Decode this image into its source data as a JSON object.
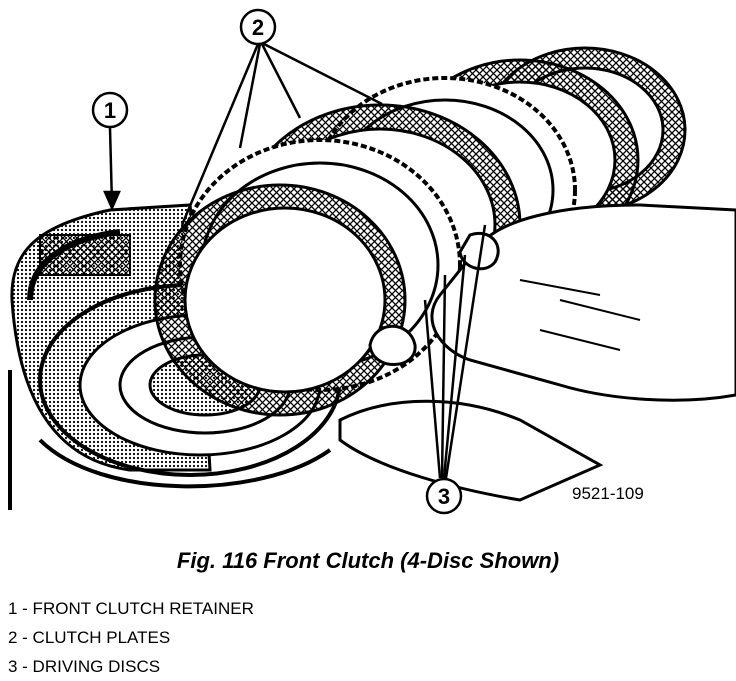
{
  "figure": {
    "callouts": [
      {
        "number": "1"
      },
      {
        "number": "2"
      },
      {
        "number": "3"
      }
    ],
    "part_id": "9521-109"
  },
  "caption": "Fig. 116 Front Clutch (4-Disc Shown)",
  "legend": [
    "1 - FRONT CLUTCH RETAINER",
    "2 - CLUTCH PLATES",
    "3 - DRIVING DISCS"
  ]
}
